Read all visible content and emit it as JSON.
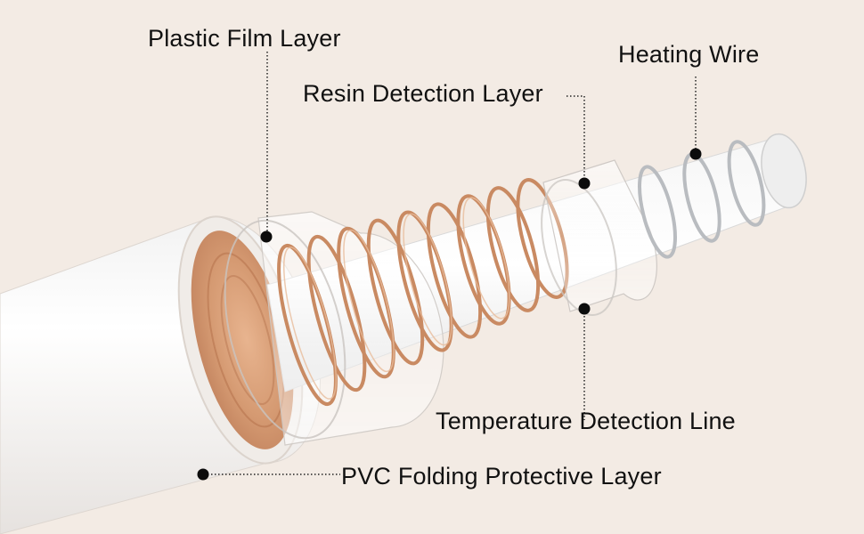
{
  "labels": {
    "plastic_film": "Plastic Film Layer",
    "resin_detection": "Resin Detection Layer",
    "heating_wire": "Heating Wire",
    "temperature_detection": "Temperature Detection Line",
    "pvc_protective": "PVC Folding Protective Layer"
  },
  "colors": {
    "background": "#f3ebe4",
    "outer_jacket": "#f7f7f7",
    "copper_coil": "#c98a62",
    "silver_coil": "#b9bcc0",
    "leader_line": "#222222"
  }
}
